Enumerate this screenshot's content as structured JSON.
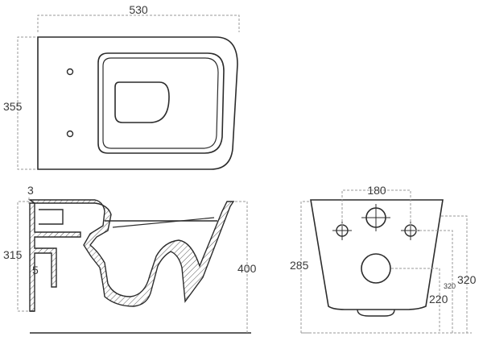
{
  "top_view": {
    "width_dim": "530",
    "depth_dim": "355"
  },
  "side_view": {
    "wall_thickness_dim": "3",
    "inlet_height_dim": "315",
    "outlet_offset_dim": "5",
    "total_height_dim": "400"
  },
  "back_view": {
    "bolt_spacing_dim": "180",
    "bolt_height_dim": "285",
    "outlet_height_small_dim": "320",
    "outlet_height_dim": "320",
    "outlet_center_dim": "220"
  }
}
